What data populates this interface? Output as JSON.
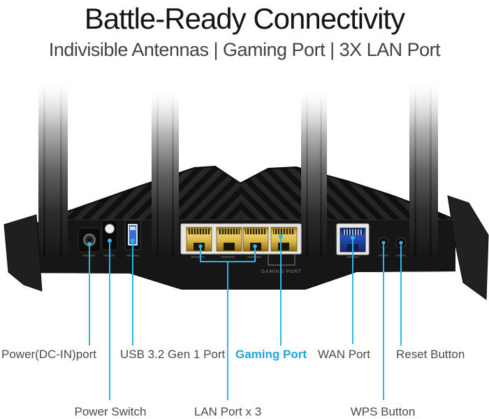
{
  "header": {
    "title": "Battle-Ready Connectivity",
    "subtitle": "Indivisible Antennas | Gaming Port | 3X LAN Port"
  },
  "router": {
    "gaming_port_print": "GAMING PORT"
  },
  "callouts": {
    "row1": [
      {
        "id": "power-dcin",
        "label": "Power(DC-IN)port"
      },
      {
        "id": "usb",
        "label": "USB 3.2 Gen 1 Port"
      },
      {
        "id": "gaming",
        "label": "Gaming Port"
      },
      {
        "id": "wan",
        "label": "WAN Port"
      },
      {
        "id": "reset",
        "label": "Reset Button"
      }
    ],
    "row2": [
      {
        "id": "power-switch",
        "label": "Power Switch"
      },
      {
        "id": "lan",
        "label": "LAN Port x 3"
      },
      {
        "id": "wps",
        "label": "WPS Button"
      }
    ]
  },
  "colors": {
    "accent_cyan": "#2eb6e8",
    "gaming_label": "#1ca6e2",
    "label_gray": "#4b4b4b",
    "title_black": "#141414"
  }
}
